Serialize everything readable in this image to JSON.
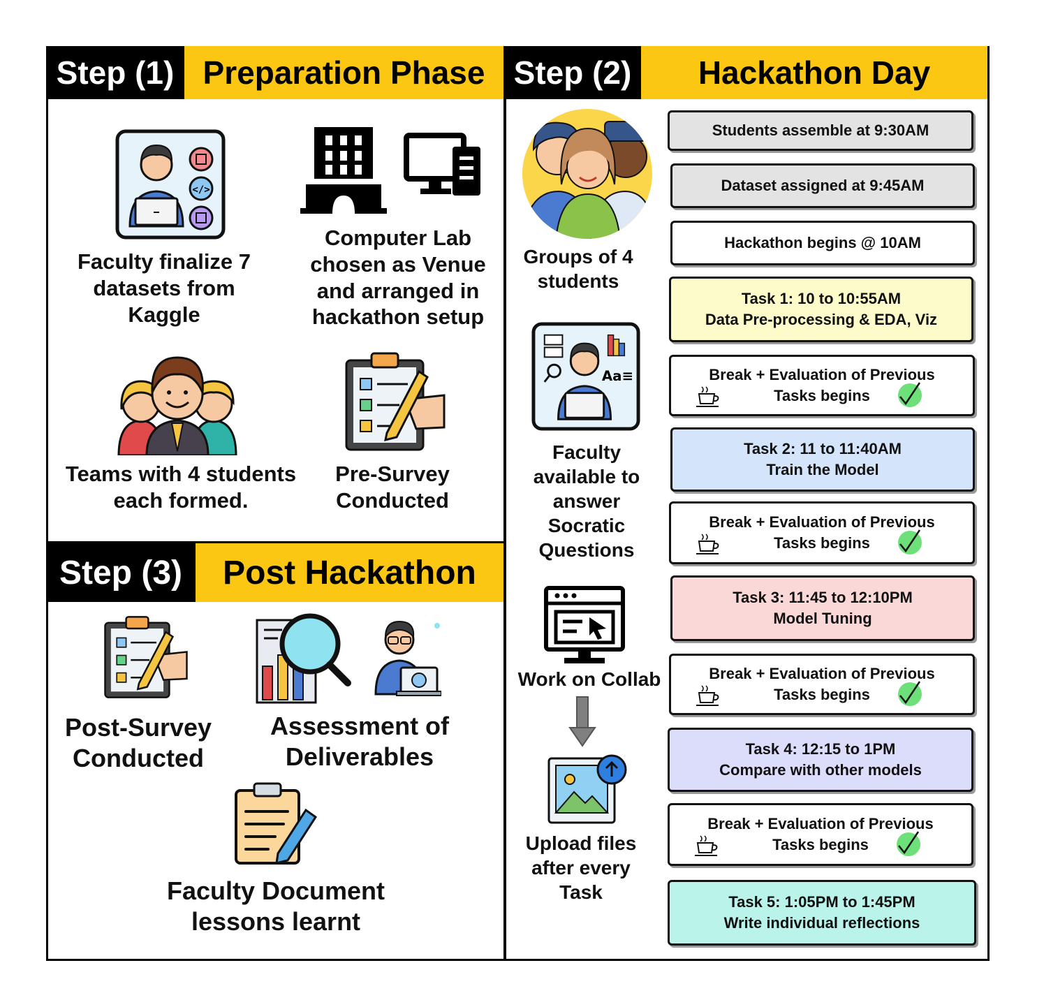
{
  "step1": {
    "step_label": "Step (1)",
    "title": "Preparation Phase",
    "items": [
      {
        "label": "Faculty finalize 7 datasets from Kaggle"
      },
      {
        "label": "Computer Lab chosen as Venue and arranged in hackathon setup"
      },
      {
        "label": "Teams with 4 students each formed."
      },
      {
        "label": "Pre-Survey Conducted"
      }
    ]
  },
  "step2": {
    "step_label": "Step (2)",
    "title": "Hackathon Day",
    "side_items": [
      {
        "label": "Groups of 4 students"
      },
      {
        "label": "Faculty available to answer Socratic Questions"
      },
      {
        "label": "Work on Collab"
      },
      {
        "label": "Upload files after every Task"
      }
    ],
    "schedule": [
      {
        "line1": "Students assemble at 9:30AM",
        "line2": "",
        "color": "#e3e3e3"
      },
      {
        "line1": "Dataset assigned at 9:45AM",
        "line2": "",
        "color": "#e3e3e3"
      },
      {
        "line1": "Hackathon begins @ 10AM",
        "line2": "",
        "color": "#ffffff"
      },
      {
        "line1": "Task 1: 10 to 10:55AM",
        "line2": "Data Pre-processing & EDA,  Viz",
        "color": "#fdfbc9"
      },
      {
        "line1": "Break + Evaluation of Previous",
        "line2": "Tasks begins",
        "color": "#ffffff"
      },
      {
        "line1": "Task 2: 11 to 11:40AM",
        "line2": "Train the Model",
        "color": "#d4e5fb"
      },
      {
        "line1": "Break + Evaluation of Previous",
        "line2": "Tasks begins",
        "color": "#ffffff"
      },
      {
        "line1": "Task 3: 11:45 to 12:10PM",
        "line2": "Model Tuning",
        "color": "#fbd8d8"
      },
      {
        "line1": "Break + Evaluation of Previous",
        "line2": "Tasks begins",
        "color": "#ffffff"
      },
      {
        "line1": "Task 4: 12:15 to 1PM",
        "line2": "Compare with other models",
        "color": "#dcdcfb"
      },
      {
        "line1": "Break + Evaluation of Previous",
        "line2": "Tasks begins",
        "color": "#ffffff"
      },
      {
        "line1": "Task 5: 1:05PM to 1:45PM",
        "line2": "Write individual reflections",
        "color": "#baf3ea"
      }
    ]
  },
  "step3": {
    "step_label": "Step (3)",
    "title": "Post Hackathon",
    "items": [
      {
        "label": "Post-Survey Conducted"
      },
      {
        "label": "Assessment of Deliverables"
      },
      {
        "label": "Faculty Document lessons learnt"
      }
    ]
  },
  "colors": {
    "header_yellow": "#fcc712",
    "header_black": "#000000"
  }
}
